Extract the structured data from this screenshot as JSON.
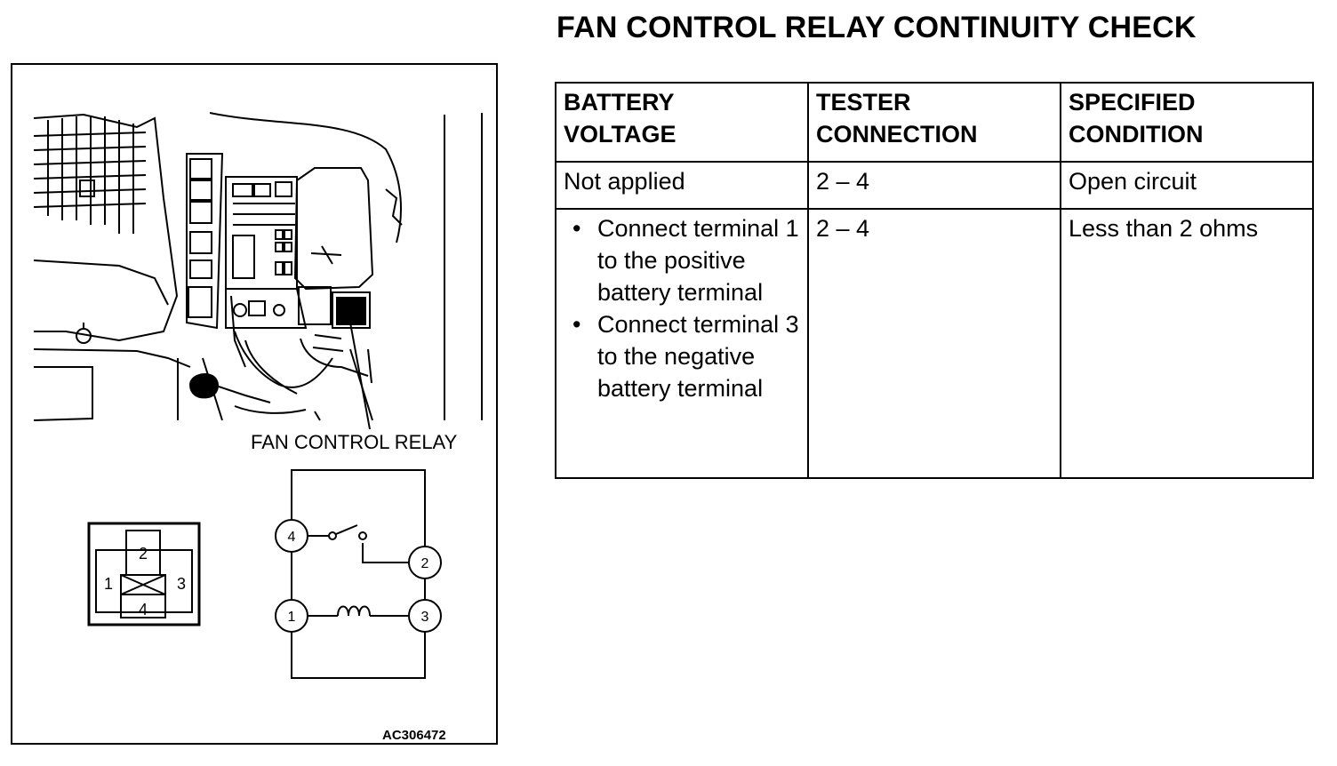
{
  "title": "FAN CONTROL RELAY CONTINUITY CHECK",
  "figure": {
    "callout_label": "FAN CONTROL RELAY",
    "figure_code": "AC306472",
    "connector_pins": {
      "top": "2",
      "left": "1",
      "right": "3",
      "bottom": "4"
    },
    "schematic_terminals": {
      "t4": "4",
      "t2": "2",
      "t1": "1",
      "t3": "3"
    }
  },
  "table": {
    "headers": [
      [
        "BATTERY",
        "VOLTAGE"
      ],
      [
        "TESTER",
        "CONNECTION"
      ],
      [
        "SPECIFIED",
        "CONDITION"
      ]
    ],
    "rows": [
      {
        "voltage": "Not applied",
        "connection": "2 – 4",
        "condition": "Open circuit"
      },
      {
        "voltage_items": [
          "Connect terminal 1 to the positive battery terminal",
          "Connect terminal 3 to the negative battery terminal"
        ],
        "connection": "2 – 4",
        "condition": "Less than 2 ohms"
      }
    ]
  }
}
